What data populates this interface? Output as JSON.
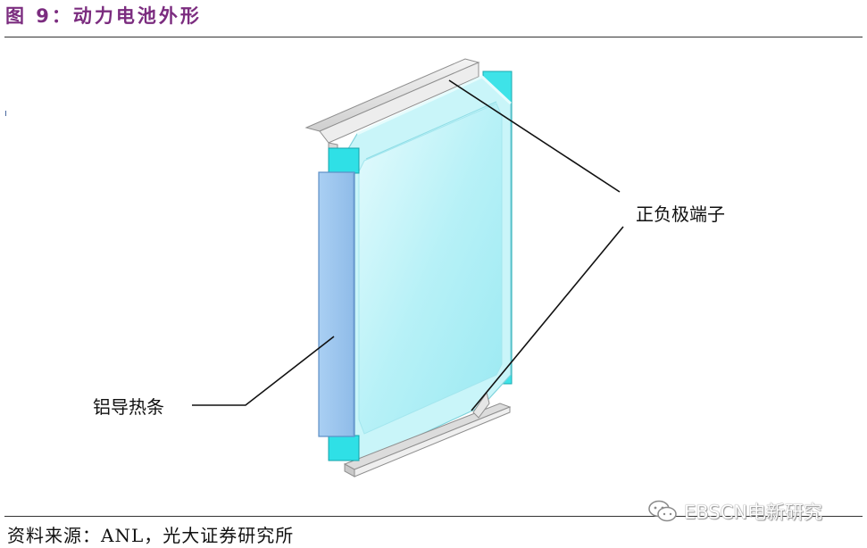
{
  "figure": {
    "title": "图 9：动力电池外形"
  },
  "labels": {
    "terminals": "正负极端子",
    "heat_strip": "铝导热条"
  },
  "source": "资料来源：ANL，光大证券研究所",
  "watermark": {
    "text": "EBSCN电新研究",
    "icon": "wechat-icon"
  },
  "colors": {
    "title": "#7b2c7f",
    "cell_face": "#bff3f8",
    "terminal": "#2fe0e6",
    "heat_strip": "#9cc6f0",
    "frame": "#e4e4e4"
  }
}
